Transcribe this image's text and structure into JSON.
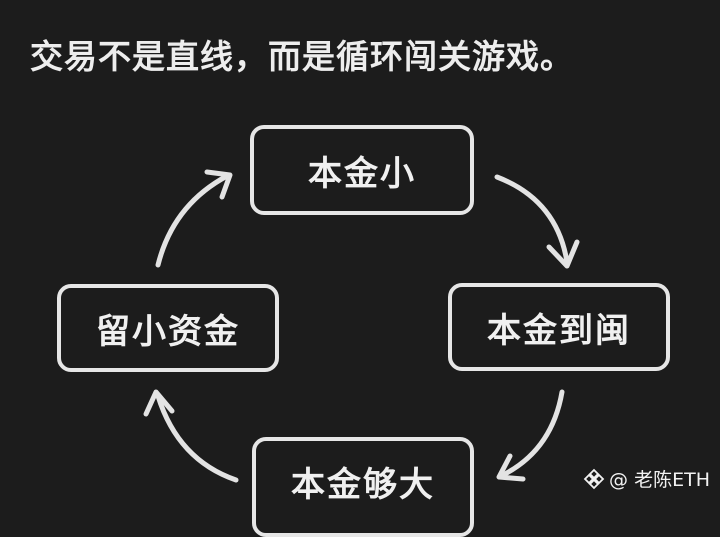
{
  "headline": "交易不是直线，而是循环闯关游戏。",
  "cycle": {
    "nodes": [
      {
        "label": "本金小"
      },
      {
        "label": "本金到闽"
      },
      {
        "label": "本金够大"
      },
      {
        "label": "留小资金"
      }
    ]
  },
  "watermark": {
    "icon": "binance-square-icon",
    "text": "@ 老陈ETH"
  },
  "colors": {
    "background": "#1c1c1c",
    "foreground": "#ececec"
  }
}
